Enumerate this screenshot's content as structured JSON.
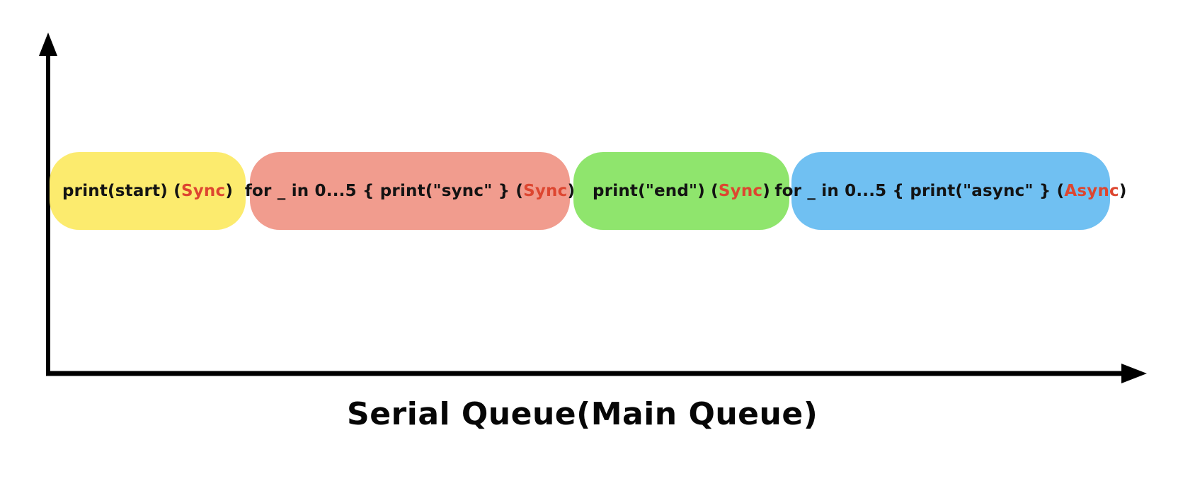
{
  "diagram": {
    "title": "Serial Queue(Main Queue)",
    "colors": {
      "accent_red": "#DD4630",
      "axis_black": "#000000",
      "background": "#FFFFFF",
      "box_yellow": "#FCEB6E",
      "box_salmon": "#F19C8E",
      "box_green": "#8FE56D",
      "box_blue": "#70C0F2"
    },
    "boxes": [
      {
        "id": "print-start-sync",
        "text_before": "print(start) (",
        "tag": "Sync",
        "text_after": ")",
        "color": "#FCEB6E"
      },
      {
        "id": "for-loop-sync",
        "text_before": "for _ in 0...5 { print(\"sync\" } (",
        "tag": "Sync",
        "text_after": ")",
        "color": "#F19C8E"
      },
      {
        "id": "print-end-sync",
        "text_before": "print(\"end\") (",
        "tag": "Sync",
        "text_after": ")",
        "color": "#8FE56D"
      },
      {
        "id": "for-loop-async",
        "text_before": "for _ in 0...5 { print(\"async\" } (",
        "tag": "Async",
        "text_after": ")",
        "color": "#70C0F2"
      }
    ]
  }
}
